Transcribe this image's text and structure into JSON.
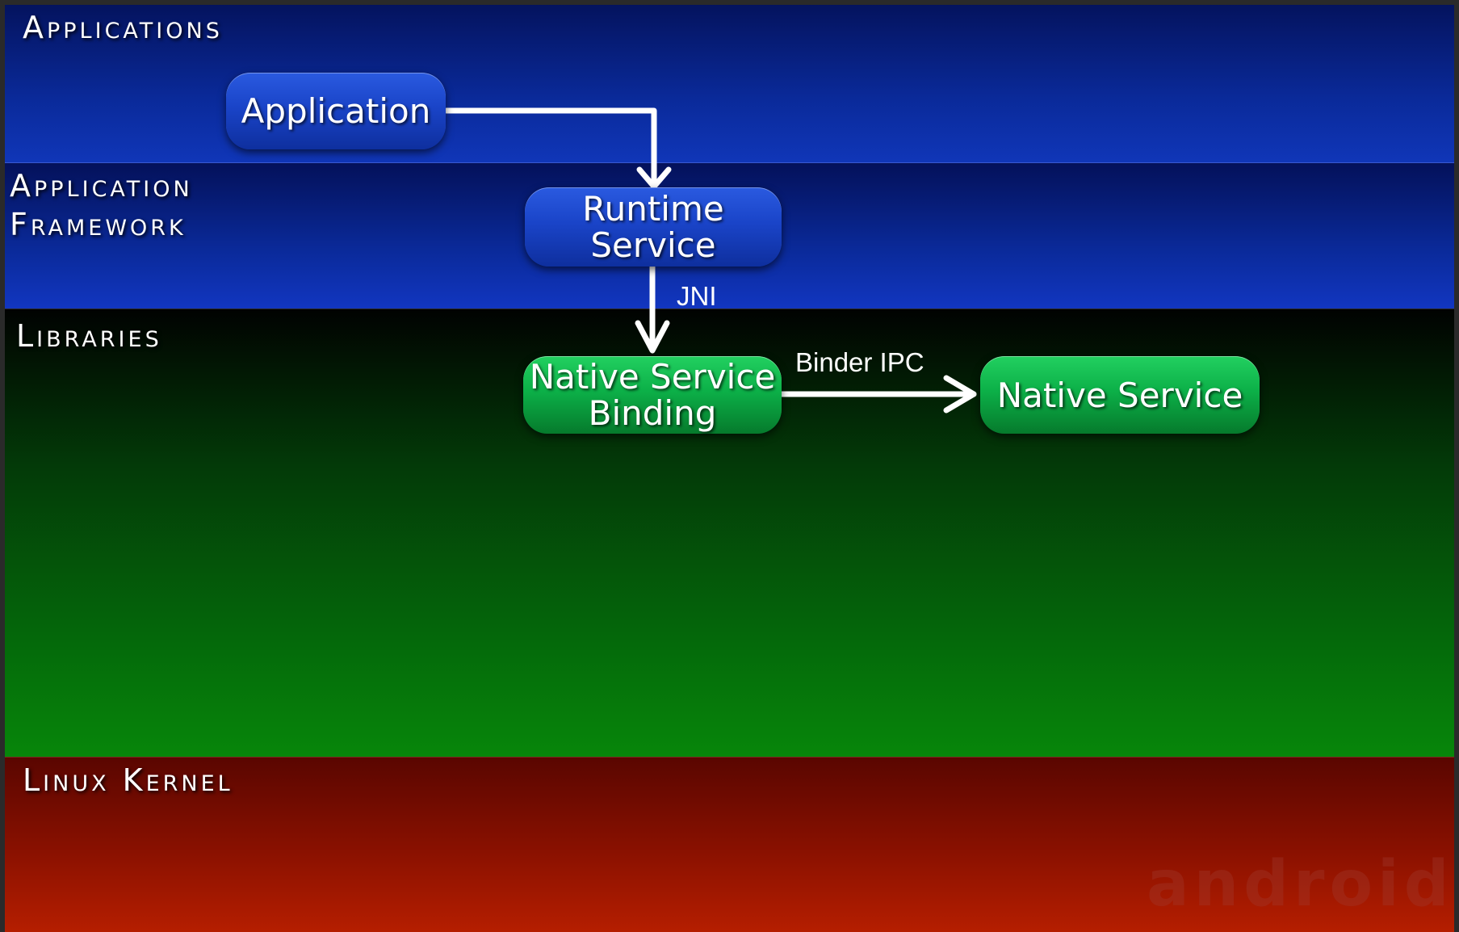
{
  "layers": {
    "applications": "Applications",
    "application_framework": "Application\nFramework",
    "libraries": "Libraries",
    "linux_kernel": "Linux Kernel"
  },
  "nodes": {
    "application": "Application",
    "runtime_service": "Runtime\nService",
    "native_service_binding": "Native Service\nBinding",
    "native_service": "Native Service"
  },
  "edges": {
    "jni": "JNI",
    "binder_ipc": "Binder IPC"
  },
  "watermark": "android",
  "colors": {
    "applications_layer": "#0a2a9a",
    "framework_layer": "#0a2a9a",
    "libraries_layer": "#046a0a",
    "kernel_layer": "#8b1100",
    "node_blue": "#1a44c8",
    "node_green": "#0cb048"
  }
}
